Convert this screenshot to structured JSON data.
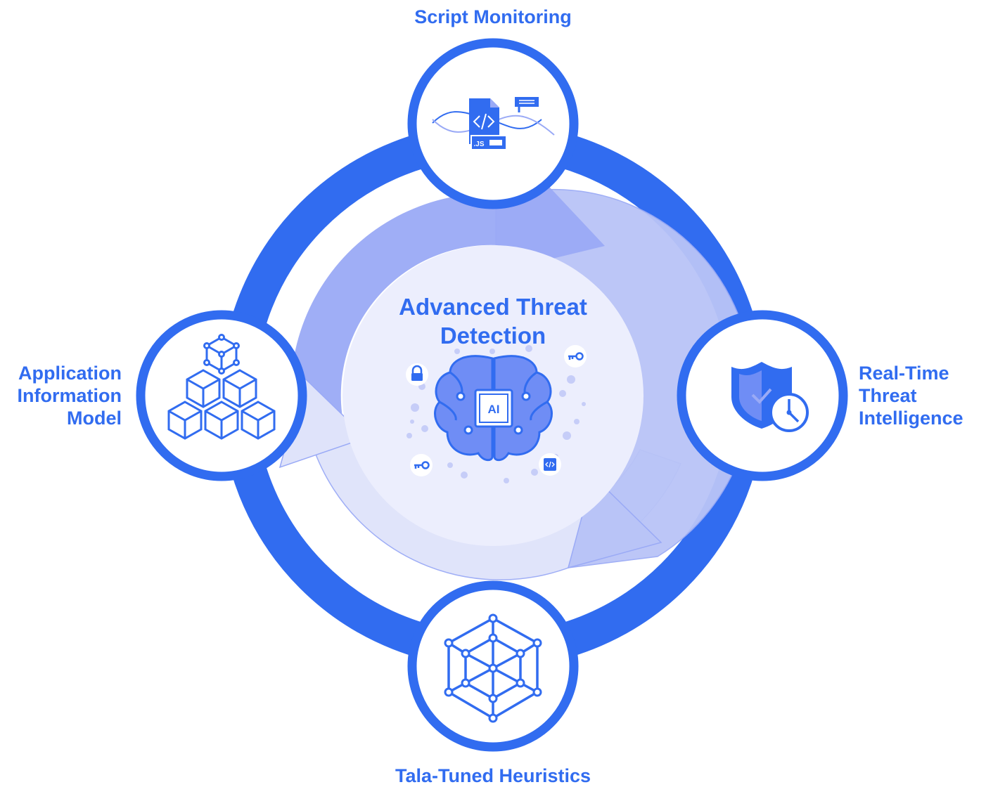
{
  "colors": {
    "primary": "#316cf0",
    "arrow_dark": "#9aaaf6",
    "arrow_mid": "#b9c4f7",
    "arrow_light": "#dfe3fa",
    "center_fill": "#eceefd",
    "white": "#ffffff"
  },
  "center": {
    "title_line1": "Advanced Threat",
    "title_line2": "Detection",
    "chip_label": "AI",
    "icons": [
      "brain-icon",
      "lock-icon",
      "key-icon",
      "code-icon"
    ]
  },
  "nodes": {
    "top": {
      "label": "Script Monitoring",
      "icon": "script-monitoring-icon",
      "file_badge": ".JS"
    },
    "right": {
      "line1": "Real-Time",
      "line2": "Threat",
      "line3": "Intelligence",
      "icon": "shield-clock-icon"
    },
    "bottom": {
      "label": "Tala-Tuned Heuristics",
      "icon": "network-hexagon-icon"
    },
    "left": {
      "line1": "Application",
      "line2": "Information",
      "line3": "Model",
      "icon": "cubes-icon"
    }
  }
}
